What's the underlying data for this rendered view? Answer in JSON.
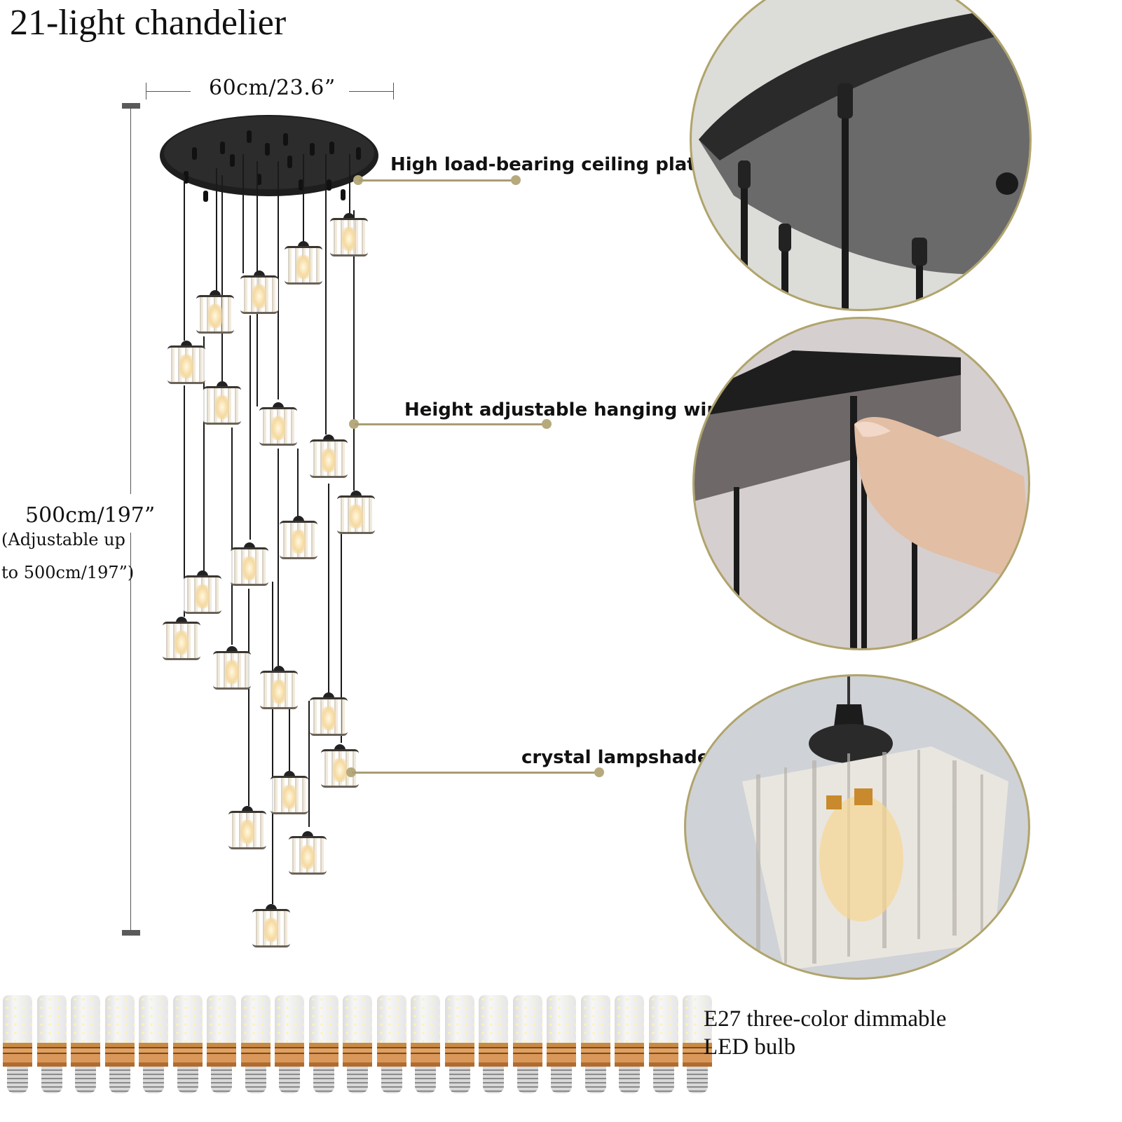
{
  "title": "21-light chandelier",
  "dimensions": {
    "width_label": "60cm/23.6”",
    "height_label": "500cm/197”",
    "height_note_line1": "(Adjustable up",
    "height_note_line2": "to 500cm/197”)"
  },
  "callouts": [
    {
      "label": "High load-bearing ceiling plate",
      "detail_image": "ceiling-plate-closeup"
    },
    {
      "label": "Height adjustable hanging wire",
      "detail_image": "hand-adjusting-wire-closeup"
    },
    {
      "label": "crystal lampshade",
      "detail_image": "crystal-lampshade-closeup"
    }
  ],
  "bulbs": {
    "count": 21,
    "label_line1": "E27 three-color dimmable",
    "label_line2": "LED bulb"
  },
  "colors": {
    "accent_gold": "#b0a46c",
    "leader_line": "#a99e74",
    "plate_black": "#1e1e1e",
    "circle_bg_gray": "#cfd2d6",
    "bulb_collar": "#d9985a"
  }
}
